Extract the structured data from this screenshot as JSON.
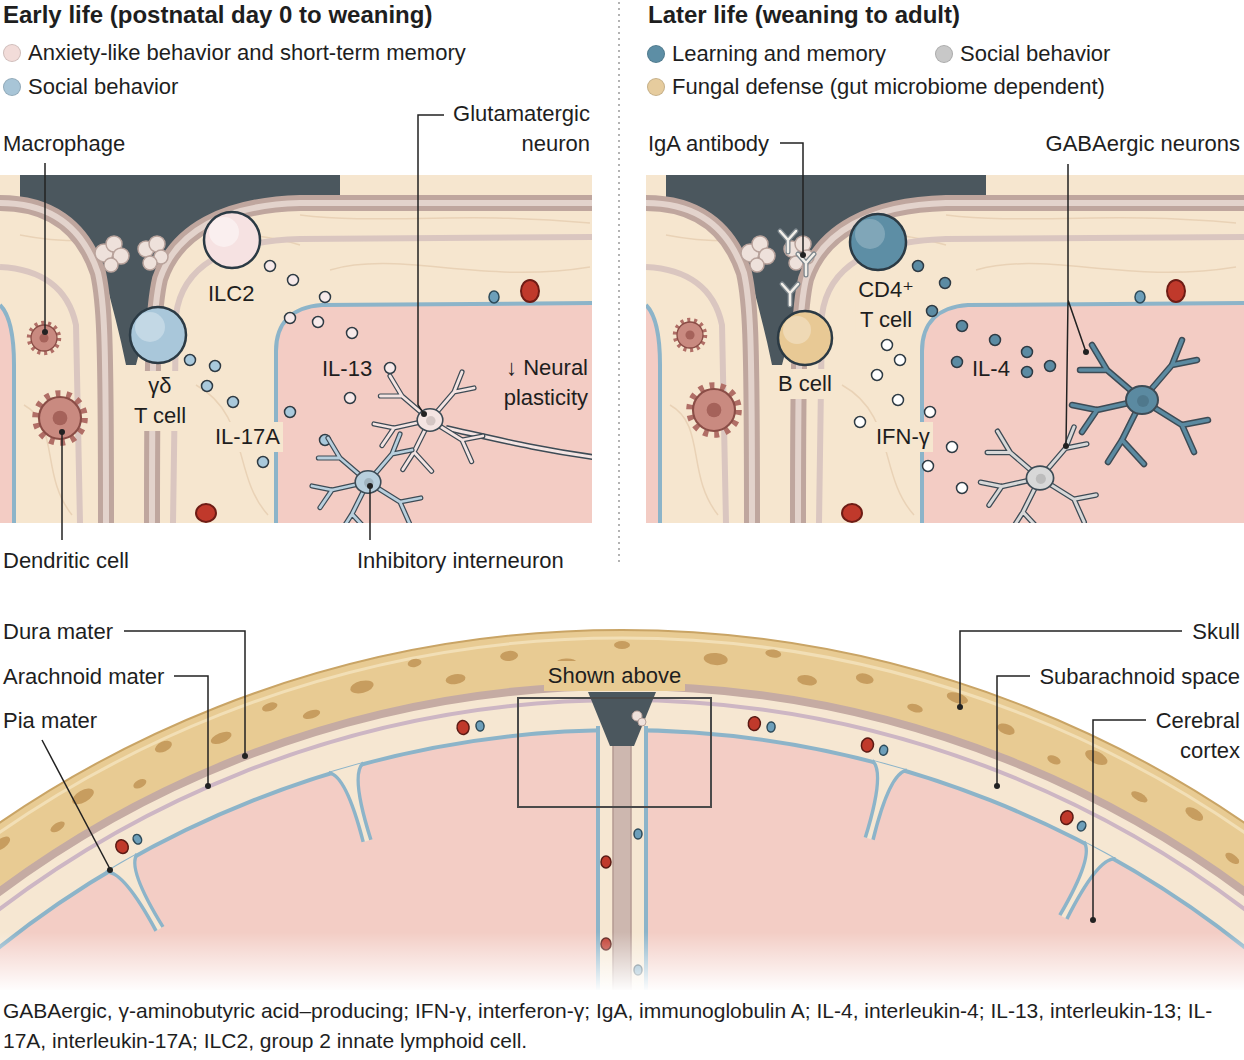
{
  "diagram": {
    "caption": "GABAergic, γ-aminobutyric acid–producing; IFN-γ, interferon-γ; IgA, immunoglobulin A; IL-4, interleukin-4; IL-13, interleukin-13; IL-17A, interleukin-17A; ILC2, group 2 innate lymphoid cell.",
    "nodes": [
      {
        "text": [
          "Early life (postnatal day 0 to weaning)"
        ]
      },
      {
        "text": [
          "Later life (weaning to adult)"
        ]
      },
      {
        "text": [
          "Shown above"
        ]
      }
    ],
    "labels": [
      "Macrophage",
      "Glutamatergic neuron",
      "ILC2",
      "γδ T cell",
      "IL-13",
      "↓ Neural plasticity",
      "IL-17A",
      "Dendritic cell",
      "Inhibitory interneuron",
      "IgA antibody",
      "GABAergic neurons",
      "CD4⁺ T cell",
      "IL-4",
      "B cell",
      "IFN-γ",
      "Dura mater",
      "Skull",
      "Arachnoid mater",
      "Subarachnoid space",
      "Pia mater",
      "Cerebral cortex"
    ],
    "legend": [
      {
        "text": "Anxiety-like behavior and short-term memory",
        "color": "#f2dcd9"
      },
      {
        "text": "Social behavior",
        "color": "#a8c5d7"
      },
      {
        "text": "Learning and memory",
        "color": "#5d8ea5"
      },
      {
        "text": "Social behavior",
        "color": "#c8c8c8"
      },
      {
        "text": "Fungal defense (gut microbiome dependent)",
        "color": "#e6cc9e"
      }
    ]
  }
}
